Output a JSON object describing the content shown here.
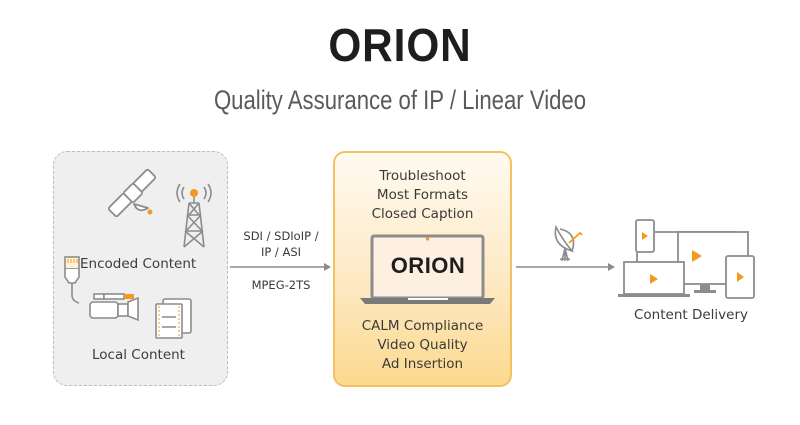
{
  "header": {
    "title": "ORION",
    "subtitle": "Quality Assurance of IP / Linear Video"
  },
  "source": {
    "encoded_label": "Encoded Content",
    "local_label": "Local Content",
    "icons": [
      "satellite-icon",
      "broadcast-tower-icon",
      "ethernet-cable-icon",
      "video-camera-icon",
      "film-files-icon"
    ]
  },
  "input_connection": {
    "line1": "SDI / SDIoIP /",
    "line2": "IP / ASI",
    "line3": "MPEG-2TS"
  },
  "orion_box": {
    "top_features": [
      "Troubleshoot",
      "Most Formats",
      "Closed Caption"
    ],
    "laptop_screen_text": "ORION",
    "bottom_features": [
      "CALM Compliance",
      "Video Quality",
      "Ad Insertion"
    ]
  },
  "delivery": {
    "label": "Content Delivery",
    "icons": [
      "satellite-dish-icon",
      "phone-icon",
      "monitor-icon",
      "laptop-icon",
      "tablet-icon"
    ]
  },
  "colors": {
    "accent_orange": "#f39a1e",
    "icon_gray": "#8c8c8c",
    "box_border_orange": "#f4c160",
    "source_box_bg": "#efefef"
  }
}
